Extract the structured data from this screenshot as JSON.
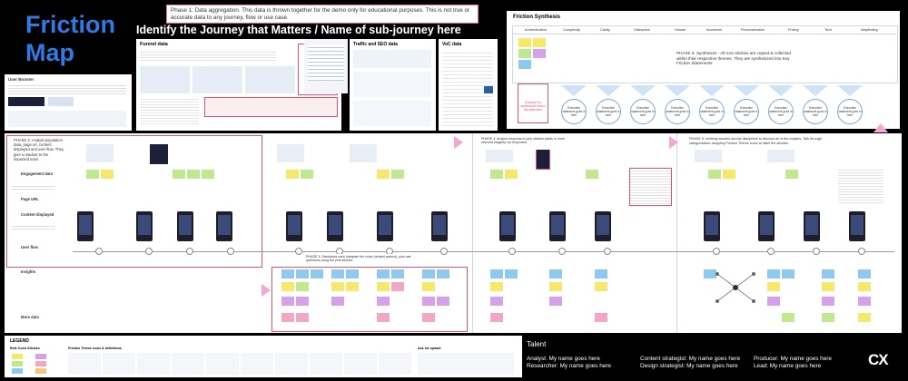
{
  "title": "Friction Map",
  "title_words": [
    "Friction",
    "Map"
  ],
  "phase1": "Phase 1: Data aggregation. This data is thrown together for the demo only for educational purposes. This is not true or accurate data to any journey, flow or use case.",
  "main_title": "Identify the Journey that Matters / Name of sub-journey here",
  "panels": {
    "funnel": "Funnel data",
    "traffic": "Traffic and SEO data",
    "voc": "VoC data",
    "user_booster": "User Booster"
  },
  "synthesis": {
    "title": "Friction Synthesis",
    "columns": [
      "Authentication",
      "Complexity",
      "Clarity",
      "Distraction",
      "Human",
      "Incentives",
      "Personalization",
      "Pricing",
      "Tech",
      "Wayfinding"
    ],
    "phase6": "PHASE 6: Synthesize - All icon stickies are copied & collected within their respective themes. They are synthesized into Key Friction Statements",
    "red_note": "Example red synthesized friction key statement",
    "statement": "Executive statement goes in here"
  },
  "lanes": [
    "Engagement data",
    "Page URL",
    "Content displayed",
    "User flow",
    "Insights",
    "More data"
  ],
  "phases": {
    "phase2": "PHASE 2: Analyst population data, page url, content displayed and user flow. They give a readout to the impacted team",
    "phase3": "PHASE 3: Disciplines each integrate the voice (related actions), plus use questions using the pink stickies",
    "phase4": "PHASE 4: Analyst responds to pink stickies (adds in more relevant insights) via responses",
    "phase5": "PHASE 5: working session across disciplines to discuss all of the insights. Talk through categorization dropping Friction Theme icons to label the stickies."
  },
  "legend": {
    "title": "LEGEND",
    "sections": [
      "Role Color Stickies",
      "Friction Theme icons & definitions",
      "Ask me update"
    ]
  },
  "talent": {
    "heading": "Talent",
    "people": [
      "Analyst: My name goes here",
      "Researcher: My name goes here",
      "Content strategist: My name goes here",
      "Design strategist: My name goes here",
      "Producer: My name goes here",
      "Lead: My name goes here"
    ]
  },
  "logo": "CX",
  "colors": {
    "title_blue": "#2f7be5",
    "accent_pink": "#f3a7d2",
    "border_red": "#e0536f",
    "background": "#000000"
  }
}
